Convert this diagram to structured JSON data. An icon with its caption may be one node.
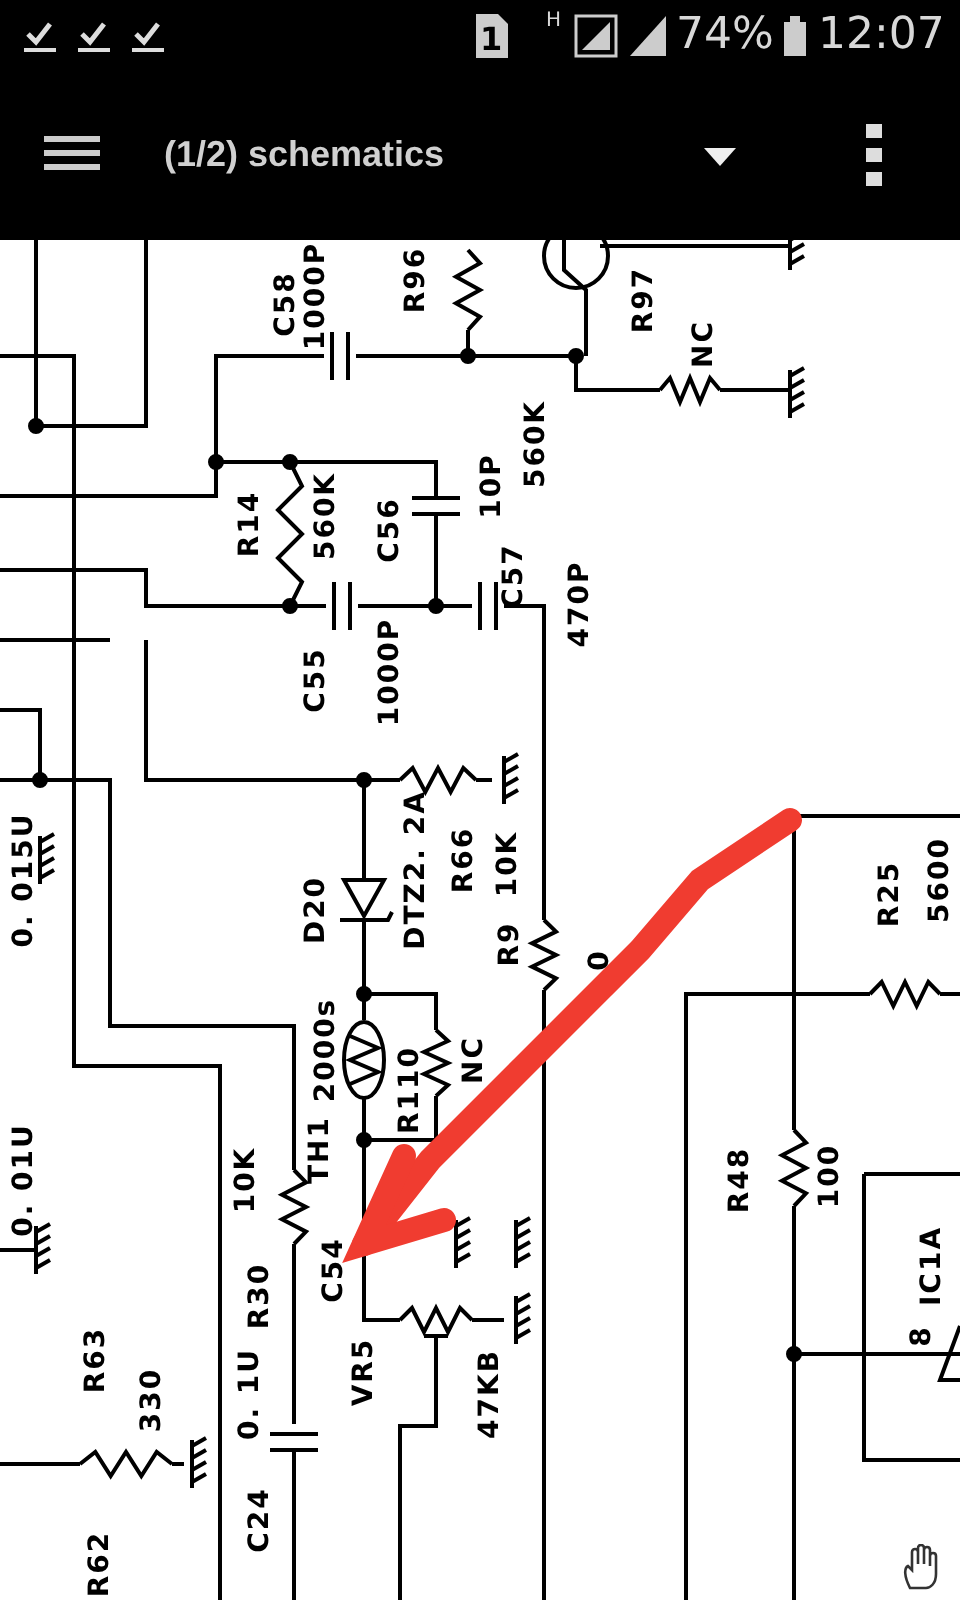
{
  "diagram": {
    "title": "(1/2) schematics",
    "labels": [
      "1",
      "H",
      "74%",
      "12:07",
      "C58",
      "1000P",
      "R96",
      "R97",
      "NC",
      "560K",
      "R14",
      "560K",
      "C56",
      "10P",
      "C57",
      "470P",
      "C55",
      "1000P",
      "0. 015U",
      "R66",
      "10K",
      "D20",
      "DTZ2. 2A",
      "R9",
      "0",
      "R25",
      "5600",
      "2000s",
      "R110",
      "NC",
      "0. 01U",
      "TH1",
      "10K",
      "R30",
      "C54",
      "R48",
      "100",
      "IC1A",
      "8",
      "R63",
      "330",
      "0. 1U",
      "VR5",
      "47KB",
      "C24",
      "R62"
    ]
  }
}
